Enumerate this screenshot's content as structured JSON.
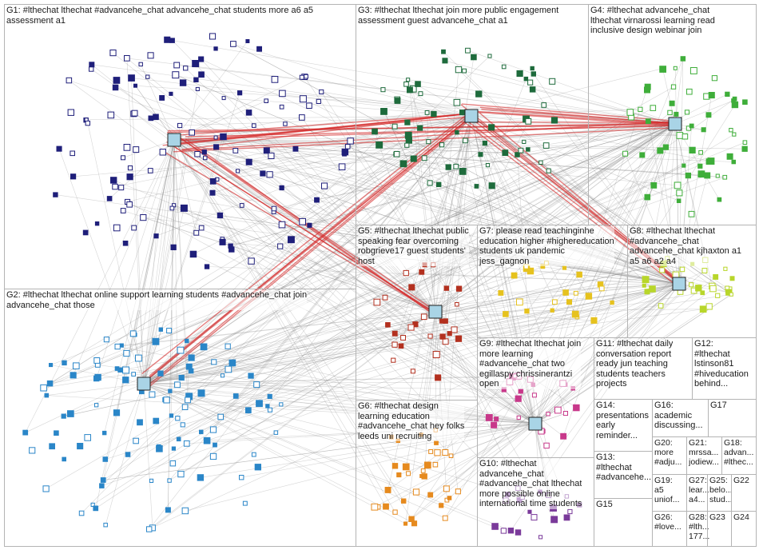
{
  "title": "",
  "groups": [
    {
      "id": "G1",
      "label": "G1: #lthechat lthechat #advancehe_chat advancehe_chat students more a6 a5\nassessment a1",
      "color": "#1f1f7a"
    },
    {
      "id": "G2",
      "label": "G2: #lthechat lthechat online support learning students #advancehe_chat join\nadvancehe_chat those",
      "color": "#2a86c8"
    },
    {
      "id": "G3",
      "label": "G3: #lthechat lthechat join more public engagement\nassessment guest advancehe_chat a1",
      "color": "#1e6b3c"
    },
    {
      "id": "G4",
      "label": "G4: #lthechat advancehe_chat\nlthechat virnarossi learning read\ninclusive design webinar join",
      "color": "#3fae3a"
    },
    {
      "id": "G5",
      "label": "G5: #lthechat lthechat public\nspeaking fear overcoming\nrobgrieve17 guest students'\nhost",
      "color": "#b3301f"
    },
    {
      "id": "G6",
      "label": "G6: #lthechat design\nlearning education\n#advancehe_chat hey folks\nleeds uni recruiting",
      "color": "#e68a1e"
    },
    {
      "id": "G7",
      "label": "G7: please read teachinginhe\neducation higher #highereducation\nstudents uk pandemic\njess_gagnon",
      "color": "#e6c21e"
    },
    {
      "id": "G8",
      "label": "G8: #lthechat lthechat\n#advancehe_chat\nadvancehe_chat kjhaxton a1\na5 a6 a2 a4",
      "color": "#b8d62a"
    },
    {
      "id": "G9",
      "label": "G9: #lthechat lthechat join\nmore learning\n#advancehe_chat two\negillaspy chrissinerantzi\nopen",
      "color": "#c8388a"
    },
    {
      "id": "G10",
      "label": "G10: #lthechat\nadvancehe_chat\n#advancehe_chat lthechat\nmore possible online\ninternational time students",
      "color": "#7a3a9a"
    },
    {
      "id": "G11",
      "label": "G11: #lthechat daily\nconversation report\nready jun teaching\nstudents teachers\nprojects",
      "color": "#555555"
    },
    {
      "id": "G12",
      "label": "G12:\n#lthechat\nlstinson81\n#hiveducation\nbehind...",
      "color": "#555555"
    },
    {
      "id": "G13",
      "label": "G13:\n#lthechat\n#advancehe...",
      "color": "#555555"
    },
    {
      "id": "G14",
      "label": "G14:\npresentations\nearly\nreminder...",
      "color": "#555555"
    },
    {
      "id": "G15",
      "label": "G15",
      "color": "#555555"
    },
    {
      "id": "G16",
      "label": "G16:\nacademic\ndiscussing...",
      "color": "#555555"
    },
    {
      "id": "G17",
      "label": "G17",
      "color": "#555555"
    },
    {
      "id": "G18",
      "label": "G18:\nadvan...\n#lthec...",
      "color": "#555555"
    },
    {
      "id": "G19",
      "label": "G19:\na5\nuniof...",
      "color": "#555555"
    },
    {
      "id": "G20",
      "label": "G20:\nmore\n#adju...",
      "color": "#555555"
    },
    {
      "id": "G21",
      "label": "G21:\nmrssa...\njodiew...",
      "color": "#555555"
    },
    {
      "id": "G22",
      "label": "G22",
      "color": "#555555"
    },
    {
      "id": "G23",
      "label": "G23",
      "color": "#555555"
    },
    {
      "id": "G24",
      "label": "G24",
      "color": "#555555"
    },
    {
      "id": "G25",
      "label": "G25:\nbelo...\nstud...",
      "color": "#555555"
    },
    {
      "id": "G26",
      "label": "G26:\n#love...",
      "color": "#555555"
    },
    {
      "id": "G27",
      "label": "G27:\nlear...\na4...",
      "color": "#555555"
    },
    {
      "id": "G28",
      "label": "G28:\n#lth...\n177...",
      "color": "#555555"
    }
  ]
}
